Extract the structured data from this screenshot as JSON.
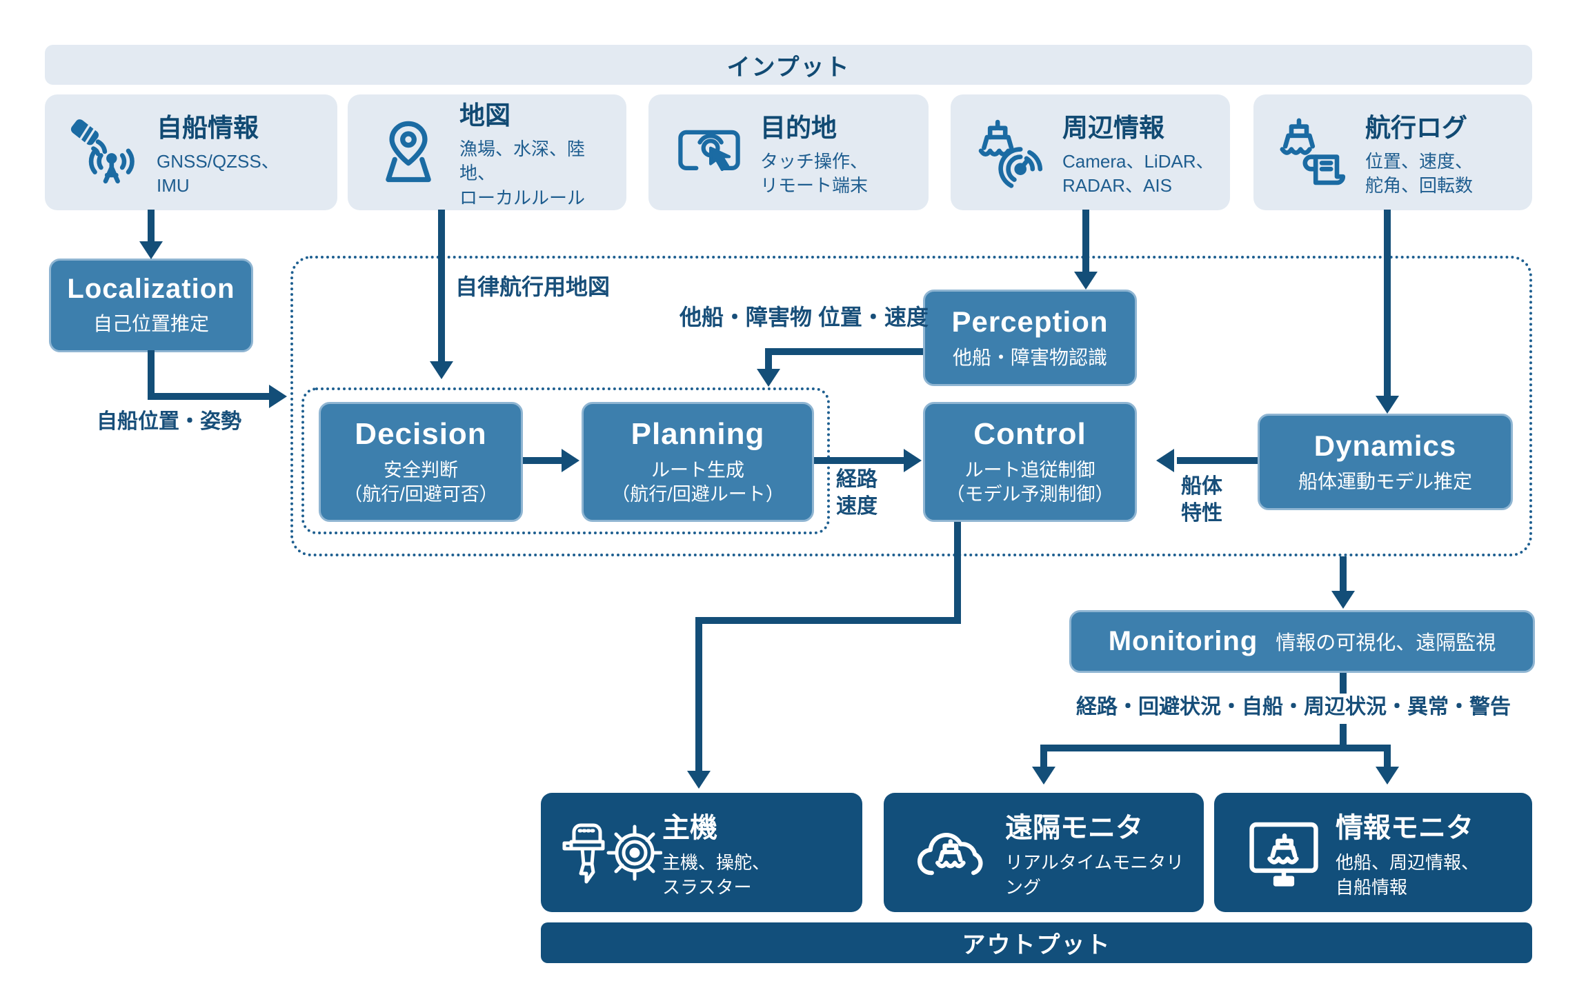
{
  "header": {
    "input_label": "インプット",
    "output_label": "アウトプット"
  },
  "inputs": [
    {
      "title": "自船情報",
      "subtitle": "GNSS/QZSS、\nIMU",
      "icon": "satellite-icon"
    },
    {
      "title": "地図",
      "subtitle": "漁場、水深、陸地、\nローカルルール",
      "icon": "map-pin-icon"
    },
    {
      "title": "目的地",
      "subtitle": "タッチ操作、\nリモート端末",
      "icon": "touch-screen-icon"
    },
    {
      "title": "周辺情報",
      "subtitle": "Camera、LiDAR、\nRADAR、AIS",
      "icon": "ship-radar-icon"
    },
    {
      "title": "航行ログ",
      "subtitle": "位置、速度、\n舵角、回転数",
      "icon": "ship-log-icon"
    }
  ],
  "modules": {
    "localization": {
      "title": "Localization",
      "subtitle": "自己位置推定"
    },
    "perception": {
      "title": "Perception",
      "subtitle": "他船・障害物認識"
    },
    "decision": {
      "title": "Decision",
      "subtitle": "安全判断\n（航行/回避可否）"
    },
    "planning": {
      "title": "Planning",
      "subtitle": "ルート生成\n（航行/回避ルート）"
    },
    "control": {
      "title": "Control",
      "subtitle": "ルート追従制御\n（モデル予測制御）"
    },
    "dynamics": {
      "title": "Dynamics",
      "subtitle": "船体運動モデル推定"
    },
    "monitoring": {
      "title": "Monitoring",
      "subtitle": "情報の可視化、遠隔監視"
    }
  },
  "outputs": [
    {
      "title": "主機",
      "subtitle": "主機、操舵、\nスラスター",
      "icon": "engine-wheel-icon"
    },
    {
      "title": "遠隔モニタ",
      "subtitle": "リアルタイムモニタリング",
      "icon": "cloud-ship-icon"
    },
    {
      "title": "情報モニタ",
      "subtitle": "他船、周辺情報、\n自船情報",
      "icon": "monitor-ship-icon"
    }
  ],
  "edge_labels": {
    "localization_out": "自船位置・姿勢",
    "map_out": "自律航行用地図",
    "perception_out": "他船・障害物 位置・速度",
    "planning_out": "経路\n速度",
    "dynamics_out": "船体\n特性",
    "monitoring_out": "経路・回避状況・自船・周辺状況・異常・警告"
  },
  "colors": {
    "panel_light": "#e3eaf2",
    "module_fill": "#3d7fad",
    "module_border": "#8fb5d2",
    "dark_navy": "#124f7b",
    "arrow": "#134e78",
    "text_navy": "#114a73",
    "icon_blue": "#1b6ba3",
    "label_text": "#174e79"
  }
}
